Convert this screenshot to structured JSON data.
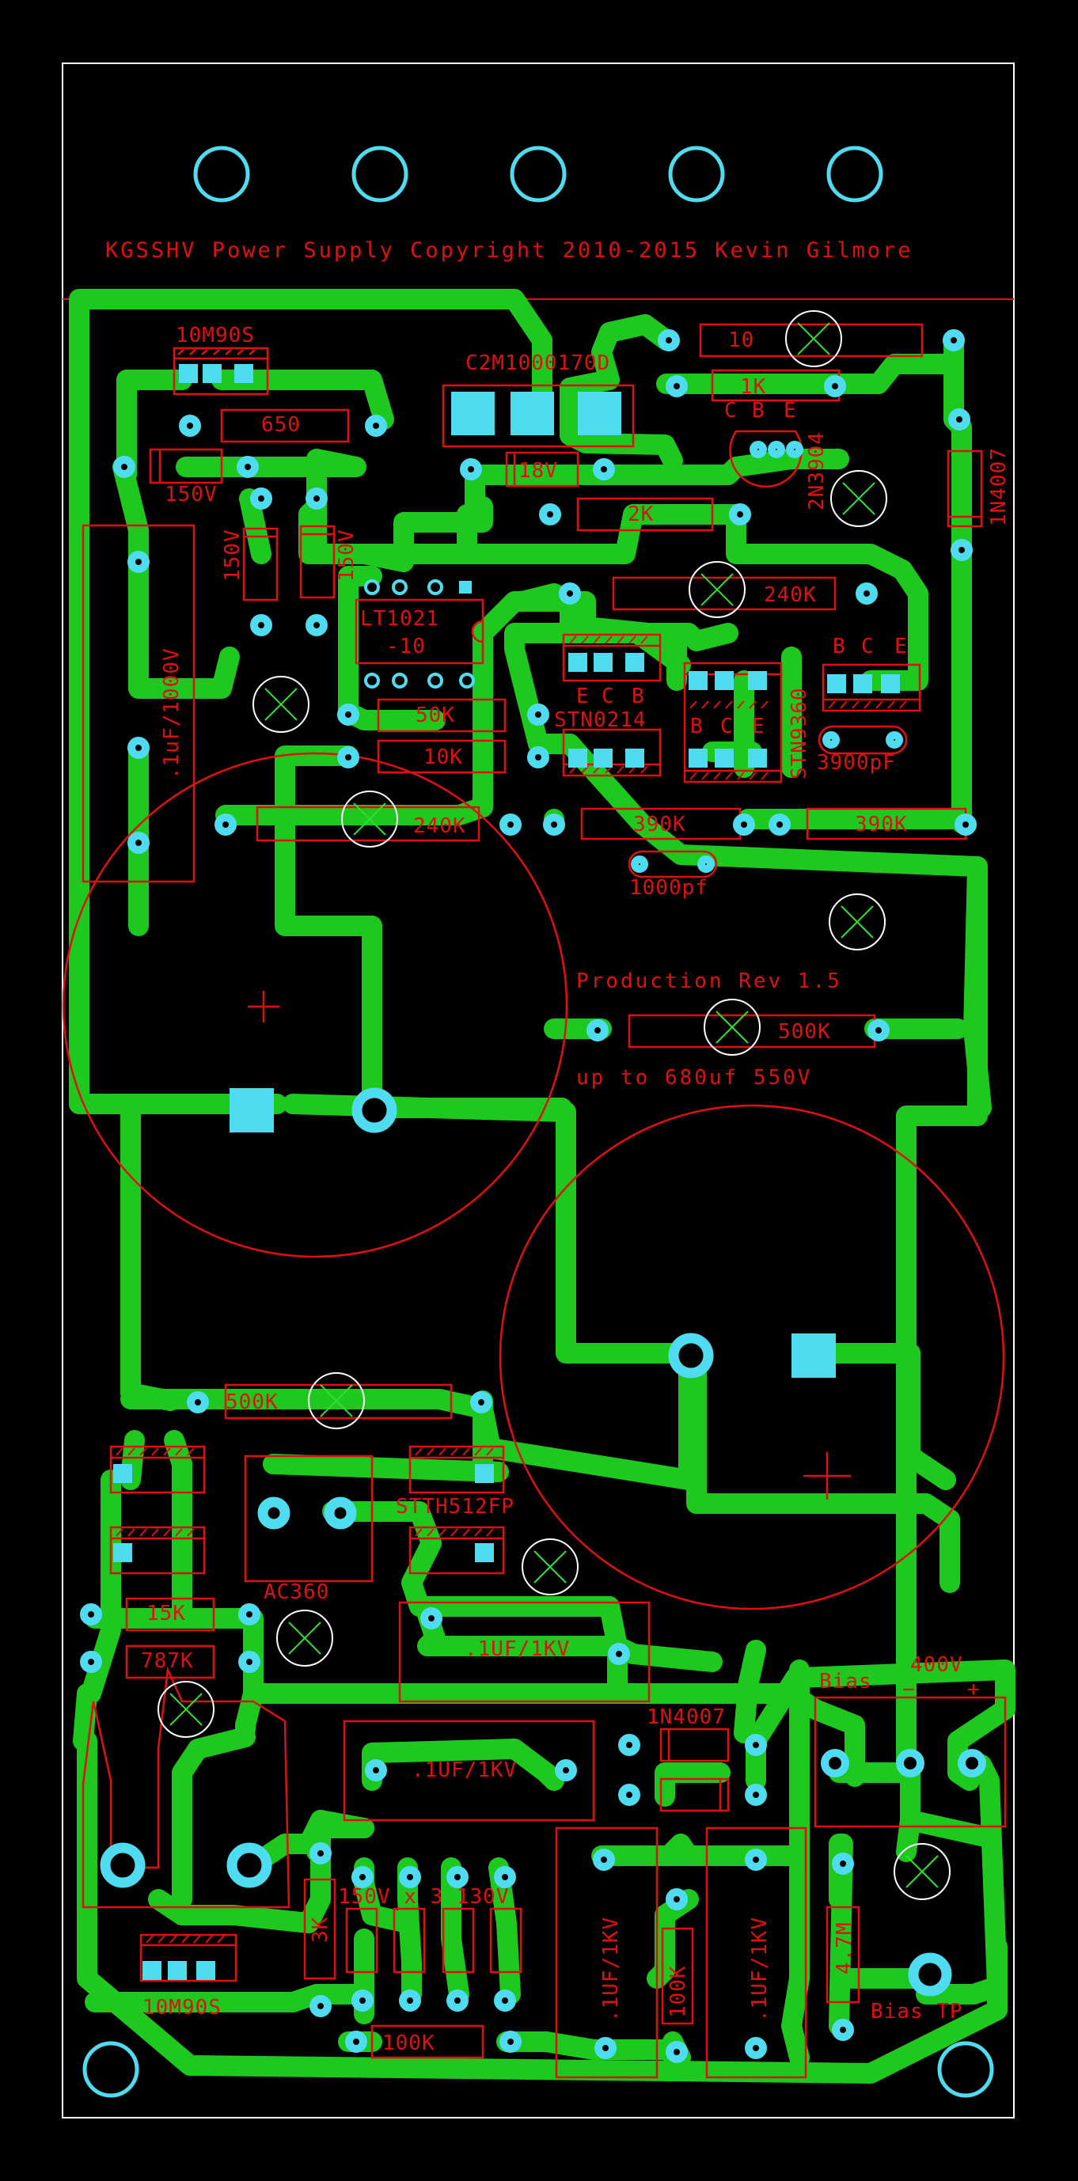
{
  "colors": {
    "background": "#000000",
    "trace": "#1EC81E",
    "silk": "#E01010",
    "pad": "#50DCF0",
    "outline": "#FFFFFF",
    "via_mark": "#30E030"
  },
  "header": {
    "title": "KGSSHV Power Supply Copyright 2010-2015 Kevin Gilmore"
  },
  "revision": {
    "label": "Production Rev 1.5",
    "cap_note": "up to 680uf 550V"
  },
  "labels": {
    "reg_top": "10M90S",
    "reg_bottom": "10M90S",
    "mosfet": "C2M1000170D",
    "r_10": "10",
    "r_1k": "1K",
    "transistor_2n3904": "2N3904",
    "pin_c": "C",
    "pin_b": "B",
    "pin_e": "E",
    "d_1n4007_top": "1N4007",
    "d_1n4007_mid": "1N4007",
    "r_650": "650",
    "z_18v": "18V",
    "z_150v_a": "150V",
    "z_150v_b": "150V",
    "z_150v_c": "150V",
    "r_2k": "2K",
    "cap_left": ".1uF/1000V",
    "ic_lt1021": "LT1021",
    "ic_lt1021_sub": "-10",
    "r_240k_top": "240K",
    "r_240k_mid": "240K",
    "r_50k": "50K",
    "r_10k": "10K",
    "q_stn0214": "STN0214",
    "q_stn9360": "STN9360",
    "c_3900pf": "3900pF",
    "r_390k_a": "390K",
    "r_390k_b": "390K",
    "c_1000pf": "1000pf",
    "r_500k_right": "500K",
    "r_500k_left": "500K",
    "d_stth": "STTH512FP",
    "bridge": "AC360",
    "r_15k": "15K",
    "r_787k": "787K",
    "c_1uf_1kv_a": ".1UF/1KV",
    "c_1uf_1kv_b": ".1UF/1KV",
    "c_1uf_1kv_c": ".1UF/1KV",
    "c_1uf_1kv_d": ".1UF/1KV",
    "zeners_note": "150V x 3 130V",
    "r_3k": "3K",
    "r_100k_h": "100K",
    "r_100k_v": "100K",
    "r_4_7m": "4.7M",
    "bias_label": "Bias",
    "bias_voltage": "400V",
    "bias_minus": "−",
    "bias_plus": "+",
    "bias_tp": "Bias TP"
  }
}
